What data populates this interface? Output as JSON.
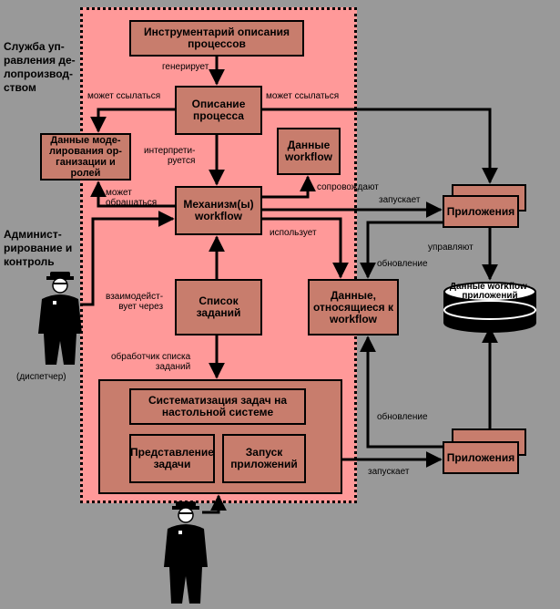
{
  "side_labels": {
    "management_service": "Служба уп-\nравления де-\nлопроизвод-\nством",
    "administration": "Админист-\nрирование и\nконтроль",
    "dispatcher": "(диспетчер)"
  },
  "boxes": {
    "tools": "Инструментарий описания процессов",
    "process_description": "Описание процесса",
    "modeling_data": "Данные моде-лирования ор-ганизации и ролей",
    "workflow_data": "Данные workflow",
    "mechanisms": "Механизм(ы) workflow",
    "applications_top": "Приложения",
    "task_list": "Список заданий",
    "related_data": "Данные, относящиеся к workflow",
    "app_data": "Данные workflow-приложений",
    "systematization": "Систематизация задач на настольной системе",
    "task_view": "Представление задачи",
    "app_launch": "Запуск приложений",
    "applications_bottom": "Приложения"
  },
  "edge_labels": {
    "generates": "генерирует",
    "may_refer_left": "может ссылаться",
    "may_refer_right": "может ссылаться",
    "interprets": "интерпрети-\nруется",
    "may_access": "может\nобращаться",
    "accompanies": "сопровождают",
    "launches_top": "запускает",
    "uses": "использует",
    "manage": "управляют",
    "update_top": "обновление",
    "interacts": "взаимодейст-\nвует через",
    "list_handler": "обработчик списка\nзаданий",
    "update_bottom": "обновление",
    "launches_bottom": "запускает"
  }
}
